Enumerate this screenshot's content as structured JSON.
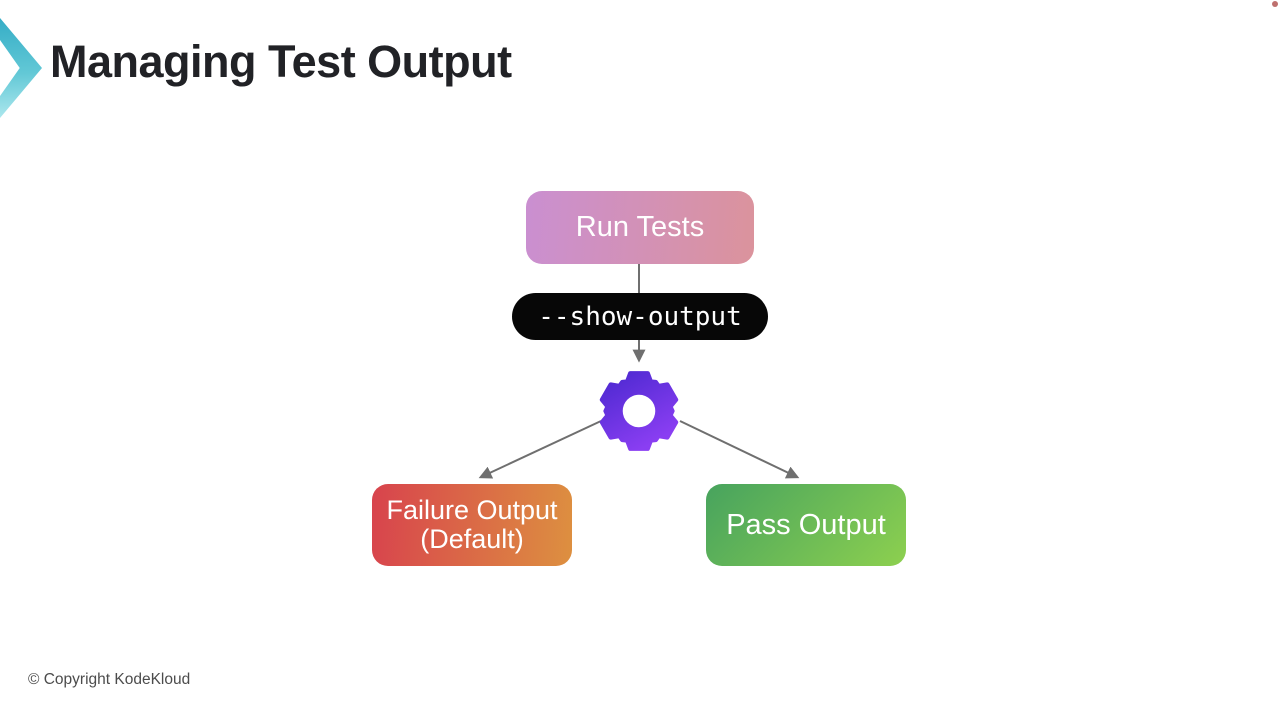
{
  "slide": {
    "title": "Managing Test Output",
    "footer": "© Copyright KodeKloud"
  },
  "diagram": {
    "nodes": {
      "run_tests": {
        "label": "Run Tests",
        "color_from": "#ca8fd1",
        "color_to": "#db939c"
      },
      "command": {
        "label": "--show-output",
        "background": "#070707",
        "text_color": "#ffffff"
      },
      "gear": {
        "icon": "settings-gear-icon",
        "color_from": "#4a28cf",
        "color_to": "#8a3ef2"
      },
      "failure_output": {
        "label": "Failure Output",
        "sublabel": "(Default)",
        "color_from": "#d8434d",
        "color_to": "#dd9040"
      },
      "pass_output": {
        "label": "Pass Output",
        "color_from": "#47a35e",
        "color_to": "#8dd04f"
      }
    },
    "flow": [
      "Run Tests -> --show-output",
      "--show-output -> gear",
      "gear -> Failure Output (Default)",
      "gear -> Pass Output"
    ],
    "connector_color": "#6f6f6f"
  },
  "accents": {
    "chevron_from": "#35adc6",
    "chevron_to": "#aee8ee",
    "record_dot": "#a8403e"
  }
}
